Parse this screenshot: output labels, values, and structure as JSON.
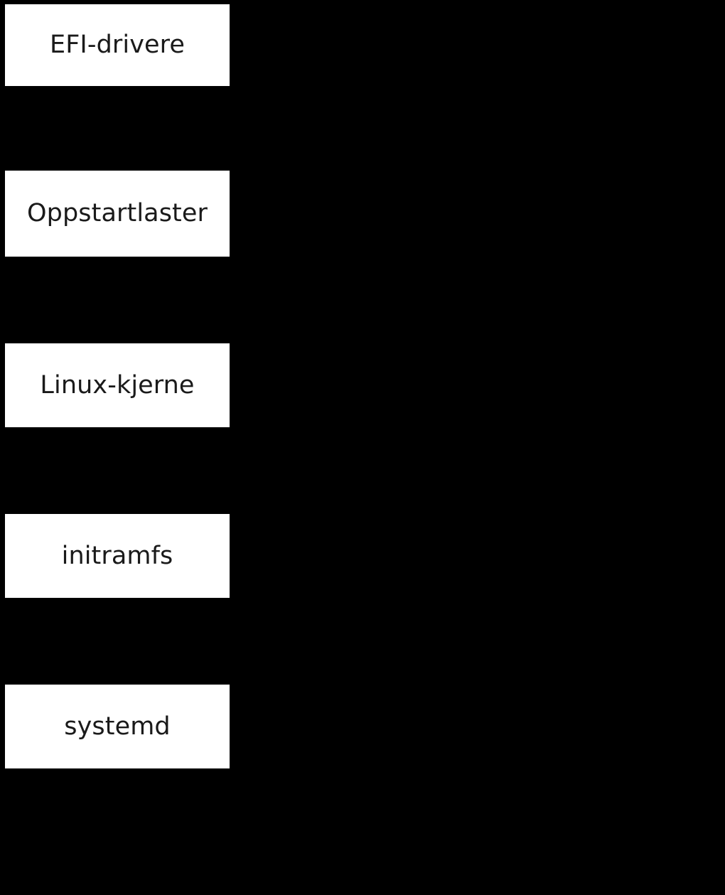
{
  "diagram": {
    "type": "flow-stack",
    "background_color": "#000000",
    "box_fill_color": "#ffffff",
    "label_color": "#1a1a1a",
    "stages": [
      {
        "label": "EFI-drivere"
      },
      {
        "label": "Oppstartlaster"
      },
      {
        "label": "Linux-kjerne"
      },
      {
        "label": "initramfs"
      },
      {
        "label": "systemd"
      }
    ]
  }
}
